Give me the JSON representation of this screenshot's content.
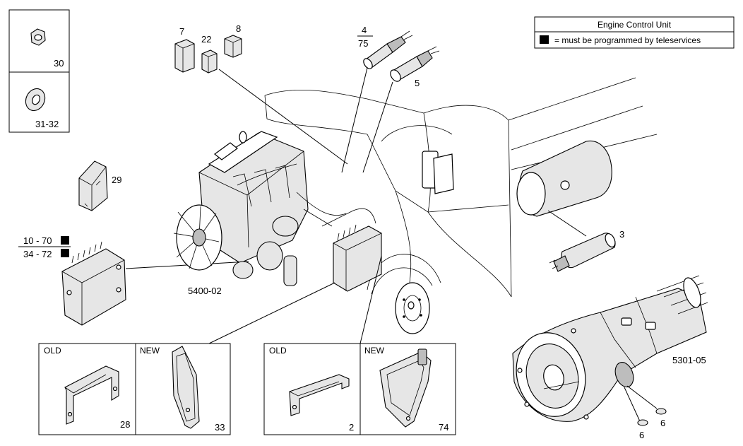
{
  "legend": {
    "title": "Engine Control Unit",
    "note": "= must be programmed by teleservices"
  },
  "callouts": {
    "c30": "30",
    "c31_32": "31-32",
    "c29": "29",
    "c10_70": "10 - 70",
    "c34_72": "34 - 72",
    "c7": "7",
    "c22": "22",
    "c8": "8",
    "c4": "4",
    "c75": "75",
    "c5": "5",
    "c3": "3",
    "c5400_02": "5400-02",
    "c5301_05": "5301-05",
    "c6a": "6",
    "c6b": "6"
  },
  "bracket_panels": [
    {
      "old_label": "OLD",
      "old_num": "28",
      "new_label": "NEW",
      "new_num": "33"
    },
    {
      "old_label": "OLD",
      "old_num": "2",
      "new_label": "NEW",
      "new_num": "74"
    }
  ]
}
